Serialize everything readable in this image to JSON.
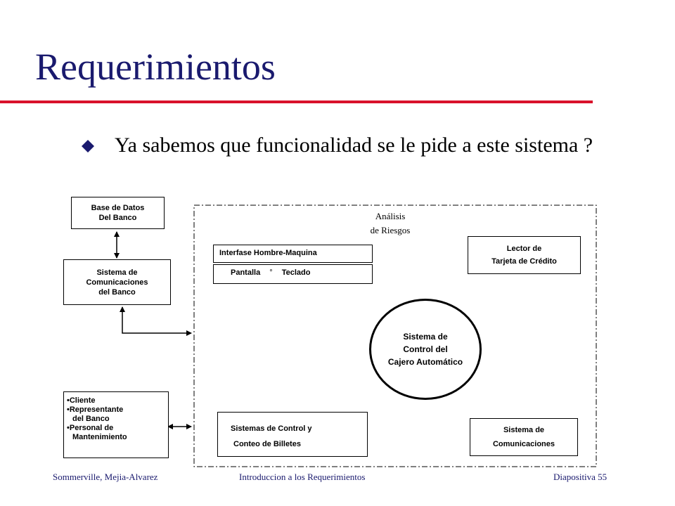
{
  "slide": {
    "title": "Requerimientos",
    "bullet": "Ya sabemos que funcionalidad se le pide a este sistema ?"
  },
  "diagram": {
    "base_datos": [
      "Base de Datos",
      "Del Banco"
    ],
    "sistema_comunicaciones_banco": [
      "Sistema de",
      "Comunicaciones",
      "del Banco"
    ],
    "actores": [
      {
        "bullet": "•",
        "text": "Cliente",
        "cont": ""
      },
      {
        "bullet": "•",
        "text": "Representante",
        "cont": "del Banco"
      },
      {
        "bullet": "•",
        "text": "Personal de",
        "cont": "Mantenimiento"
      }
    ],
    "analisis": [
      "Análisis",
      "de Riesgos"
    ],
    "interfase": {
      "title": "Interfase Hombre-Maquina",
      "pantalla": "Pantalla",
      "sep": "°",
      "teclado": "Teclado"
    },
    "lector": [
      "Lector de",
      "Tarjeta de Crédito"
    ],
    "sistema_control": [
      "Sistema de",
      "Control del",
      "Cajero Automático"
    ],
    "sistemas_conteo": [
      "Sistemas de Control y",
      "Conteo de Billetes"
    ],
    "sistema_comunicaciones": [
      "Sistema de",
      "Comunicaciones"
    ]
  },
  "footer": {
    "authors": "Sommerville, Mejia-Alvarez",
    "course": "Introduccion a los Requerimientos",
    "slide": "Diapositiva 55"
  },
  "colors": {
    "title": "#1a1a6e",
    "rule": "#d9122b",
    "bullet": "#1a1a6e"
  }
}
